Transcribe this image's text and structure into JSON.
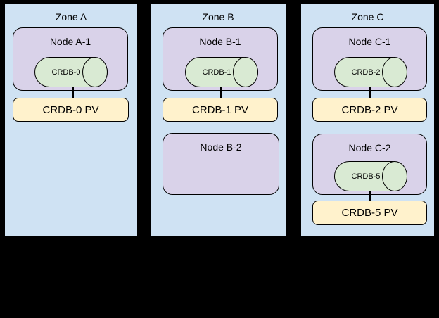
{
  "diagram": {
    "background_color": "#000000",
    "zone_fill_color": "#cfe2f3",
    "node_fill_color": "#d9d2e9",
    "database_fill_color": "#d9ead3",
    "pv_fill_color": "#fff2cc",
    "border_color": "#000000"
  },
  "zones": [
    {
      "title": "Zone A",
      "nodes": [
        {
          "title": "Node A-1",
          "db": "CRDB-0",
          "pv": "CRDB-0 PV"
        }
      ]
    },
    {
      "title": "Zone B",
      "nodes": [
        {
          "title": "Node B-1",
          "db": "CRDB-1",
          "pv": "CRDB-1 PV"
        },
        {
          "title": "Node B-2"
        }
      ]
    },
    {
      "title": "Zone C",
      "nodes": [
        {
          "title": "Node C-1",
          "db": "CRDB-2",
          "pv": "CRDB-2 PV"
        },
        {
          "title": "Node C-2",
          "db": "CRDB-5",
          "pv": "CRDB-5 PV"
        }
      ]
    }
  ]
}
